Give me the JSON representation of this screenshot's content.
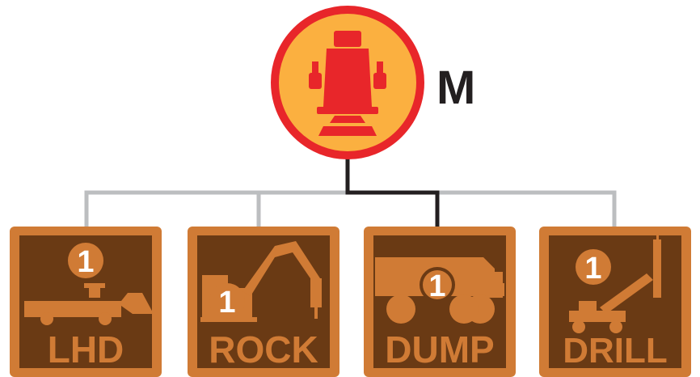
{
  "operator": {
    "label": "M",
    "icon": "operator-seat-icon",
    "ring_color": "#e8262a",
    "fill_color": "#fbb040",
    "seat_color": "#e8262a"
  },
  "connectors": {
    "inactive_color": "#bcbec0",
    "active_color": "#231f20"
  },
  "tiles": [
    {
      "key": "lhd",
      "label": "LHD",
      "count": "1",
      "icon": "lhd-loader-icon",
      "active": false
    },
    {
      "key": "rock",
      "label": "ROCK",
      "count": "1",
      "icon": "rock-breaker-icon",
      "active": false
    },
    {
      "key": "dump",
      "label": "DUMP",
      "count": "1",
      "icon": "dump-truck-icon",
      "active": true
    },
    {
      "key": "drill",
      "label": "DRILL",
      "count": "1",
      "icon": "drill-rig-icon",
      "active": false
    }
  ],
  "colors": {
    "tile_outer": "#d07b35",
    "tile_inner": "#6a3a14",
    "machine": "#d07b35",
    "badge_bg": "#d07b35",
    "badge_text": "#ffffff",
    "label_text": "#d07b35"
  }
}
